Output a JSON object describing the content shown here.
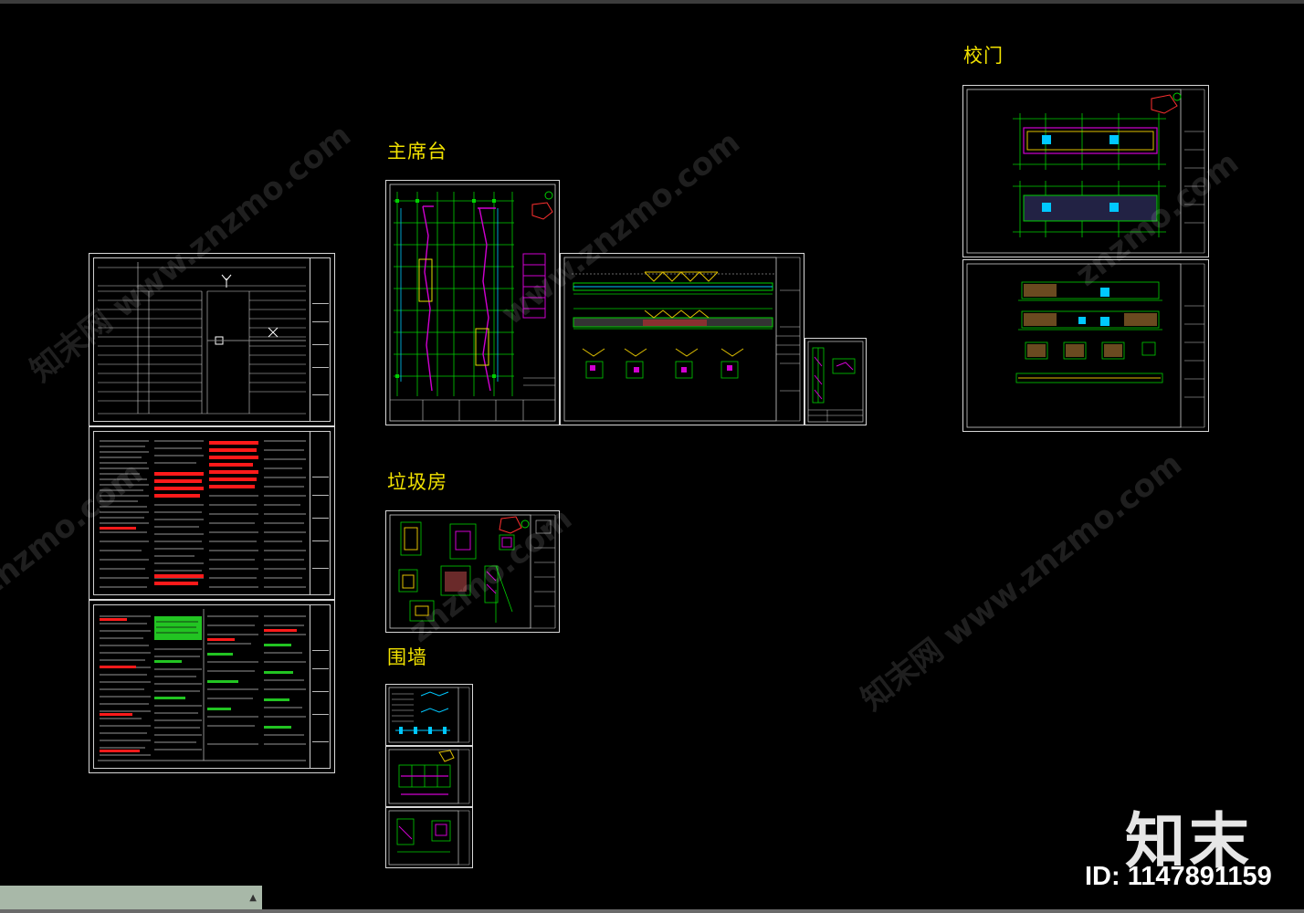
{
  "labels": {
    "podium": "主席台",
    "garbage_room": "垃圾房",
    "wall": "围墙",
    "school_gate": "校门"
  },
  "watermarks": {
    "site_url": "www.znzmo.com",
    "site_name": "知末网",
    "short": "znzmo.com"
  },
  "brand": {
    "logo_text": "知末",
    "id_text": "ID: 1147891159"
  },
  "statusbar": {
    "arrow_icon": "▲"
  },
  "colors": {
    "background": "#000000",
    "label": "#f2e200",
    "line_green": "#00d000",
    "line_magenta": "#d000d0",
    "line_red": "#ff2020",
    "line_cyan": "#00c8ff",
    "line_white": "#e0e0e0"
  }
}
